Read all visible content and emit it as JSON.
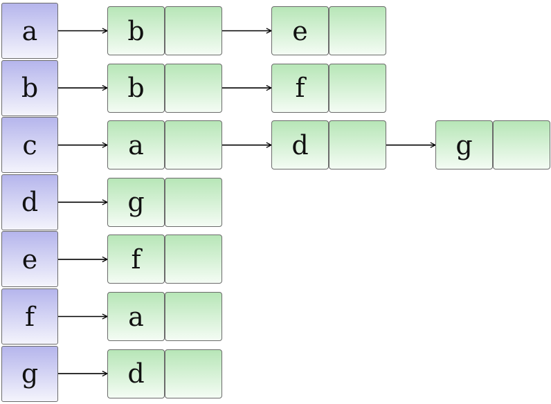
{
  "adjacency_list": [
    {
      "vertex": "a",
      "neighbors": [
        "b",
        "e"
      ]
    },
    {
      "vertex": "b",
      "neighbors": [
        "b",
        "f"
      ]
    },
    {
      "vertex": "c",
      "neighbors": [
        "a",
        "d",
        "g"
      ]
    },
    {
      "vertex": "d",
      "neighbors": [
        "g"
      ]
    },
    {
      "vertex": "e",
      "neighbors": [
        "f"
      ]
    },
    {
      "vertex": "f",
      "neighbors": [
        "a"
      ]
    },
    {
      "vertex": "g",
      "neighbors": [
        "d"
      ]
    }
  ],
  "colors": {
    "head_fill": "#b5b5ec",
    "node_fill": "#b7e6b7",
    "border": "#6a6a6a",
    "arrow": "#000000"
  }
}
